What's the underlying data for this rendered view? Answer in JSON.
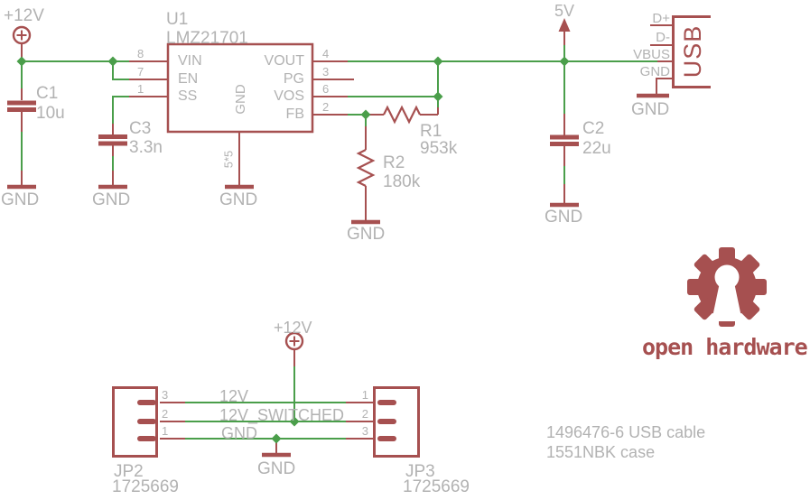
{
  "colors": {
    "symbol_red": "#a65050",
    "wire_green": "#4a9e4a",
    "text_gray": "#b2b2b2",
    "background": "#ffffff"
  },
  "supplies": {
    "p12v_top": "+12V",
    "v5": "5V",
    "p12v_bottom": "+12V"
  },
  "gnd": "GND",
  "u1": {
    "ref": "U1",
    "value": "LMZ21701",
    "package": "5*5",
    "gnd_pin": "GND",
    "left_pins": [
      {
        "num": "8",
        "name": "VIN"
      },
      {
        "num": "7",
        "name": "EN"
      },
      {
        "num": "1",
        "name": "SS"
      }
    ],
    "right_pins": [
      {
        "num": "4",
        "name": "VOUT"
      },
      {
        "num": "3",
        "name": "PG"
      },
      {
        "num": "6",
        "name": "VOS"
      },
      {
        "num": "2",
        "name": "FB"
      }
    ]
  },
  "c1": {
    "ref": "C1",
    "value": "10u"
  },
  "c2": {
    "ref": "C2",
    "value": "22u"
  },
  "c3": {
    "ref": "C3",
    "value": "3.3n"
  },
  "r1": {
    "ref": "R1",
    "value": "953k"
  },
  "r2": {
    "ref": "R2",
    "value": "180k"
  },
  "usb": {
    "label": "USB",
    "pins": [
      "D+",
      "D-",
      "VBUS",
      "GND"
    ]
  },
  "jp2": {
    "ref": "JP2",
    "value": "1725669",
    "pins": [
      "3",
      "2",
      "1"
    ]
  },
  "jp3": {
    "ref": "JP3",
    "value": "1725669",
    "pins": [
      "1",
      "2",
      "3"
    ]
  },
  "nets": {
    "v12": "12V",
    "v12sw": "12V_SWITCHED",
    "gnd": "GND"
  },
  "notes": {
    "cable": "1496476-6 USB cable",
    "case": "1551NBK case"
  },
  "logo": {
    "caption": "open hardware"
  }
}
